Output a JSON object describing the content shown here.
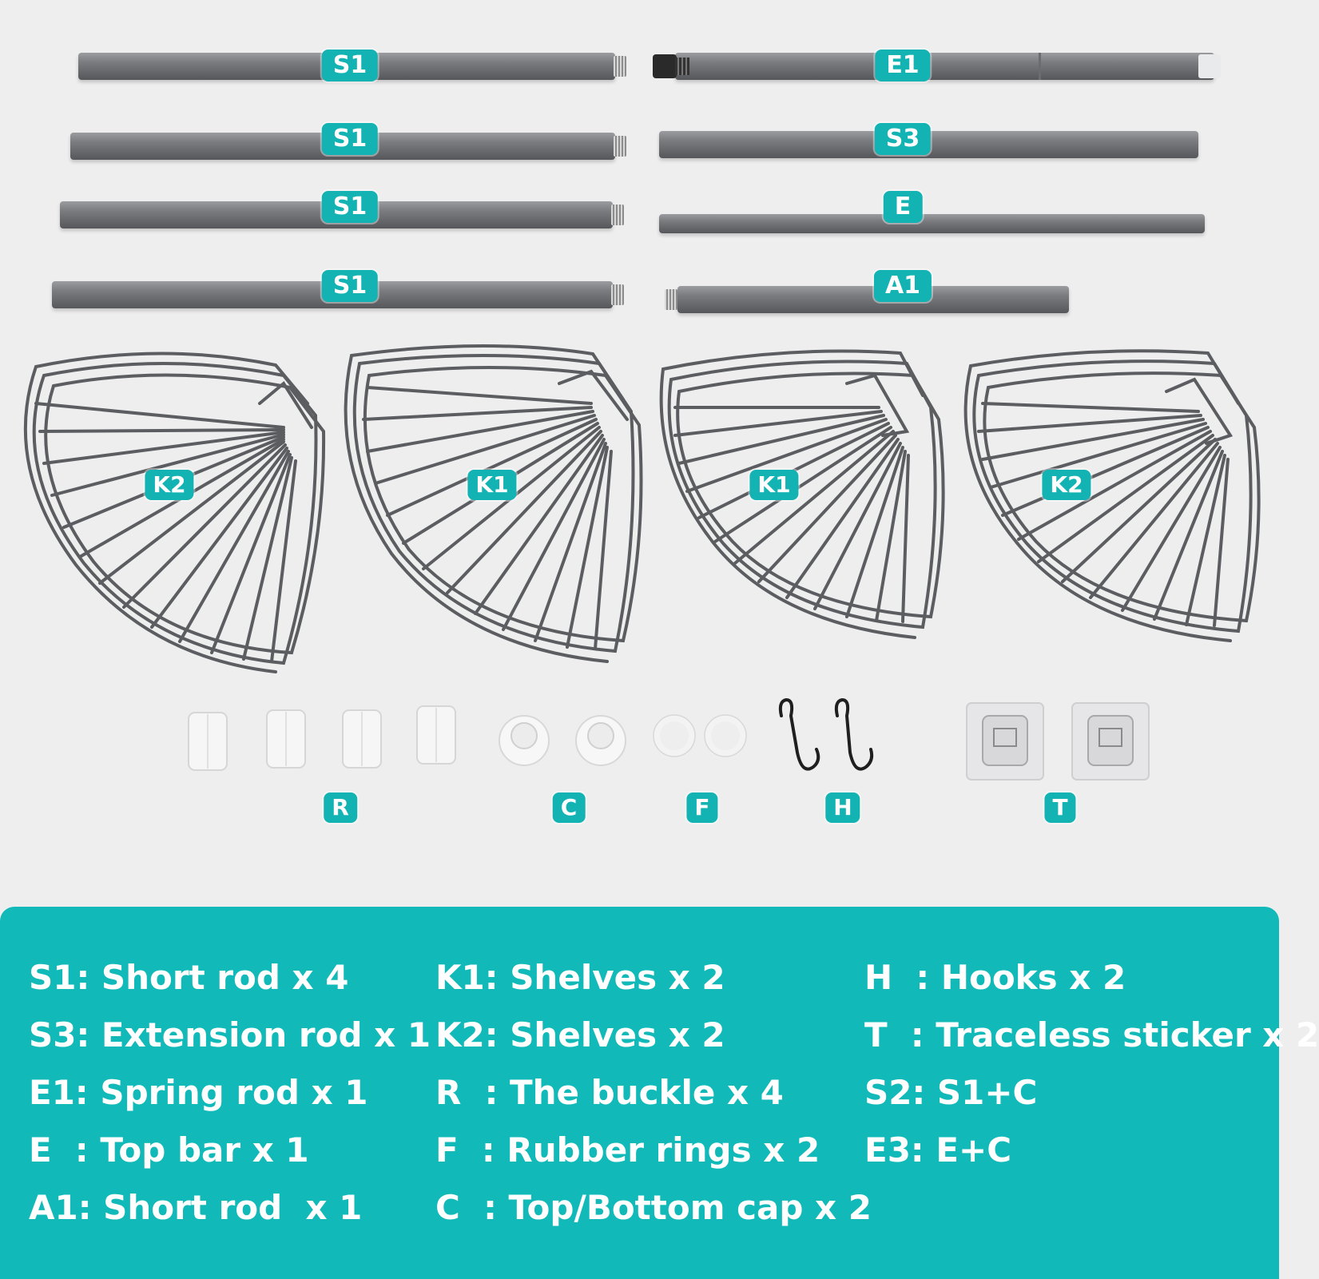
{
  "rods": [
    {
      "label": "S1"
    },
    {
      "label": "S1"
    },
    {
      "label": "S1"
    },
    {
      "label": "S1"
    },
    {
      "label": "E1"
    },
    {
      "label": "S3"
    },
    {
      "label": "E"
    },
    {
      "label": "A1"
    }
  ],
  "shelves": [
    {
      "label": "K2"
    },
    {
      "label": "K1"
    },
    {
      "label": "K1"
    },
    {
      "label": "K2"
    }
  ],
  "small_parts": [
    {
      "label": "R"
    },
    {
      "label": "C"
    },
    {
      "label": "F"
    },
    {
      "label": "H"
    },
    {
      "label": "T"
    }
  ],
  "legend": [
    [
      "S1: Short rod x 4",
      "S3: Extension rod x 1",
      "E1: Spring rod x 1",
      "E  : Top bar x 1",
      "A1: Short rod  x 1"
    ],
    [
      "K1: Shelves x 2",
      "K2: Shelves x 2",
      "R  : The buckle x 4",
      "F  : Rubber rings x 2",
      "C  : Top/Bottom cap x 2"
    ],
    [
      "H  : Hooks x 2",
      "T  : Traceless sticker x 2",
      "S2: S1+C",
      "E3: E+C"
    ]
  ],
  "colors": {
    "accent": "#14b3b3",
    "panel": "#12b9b9",
    "rod": "#7a7c80",
    "background": "#eeeeef"
  }
}
